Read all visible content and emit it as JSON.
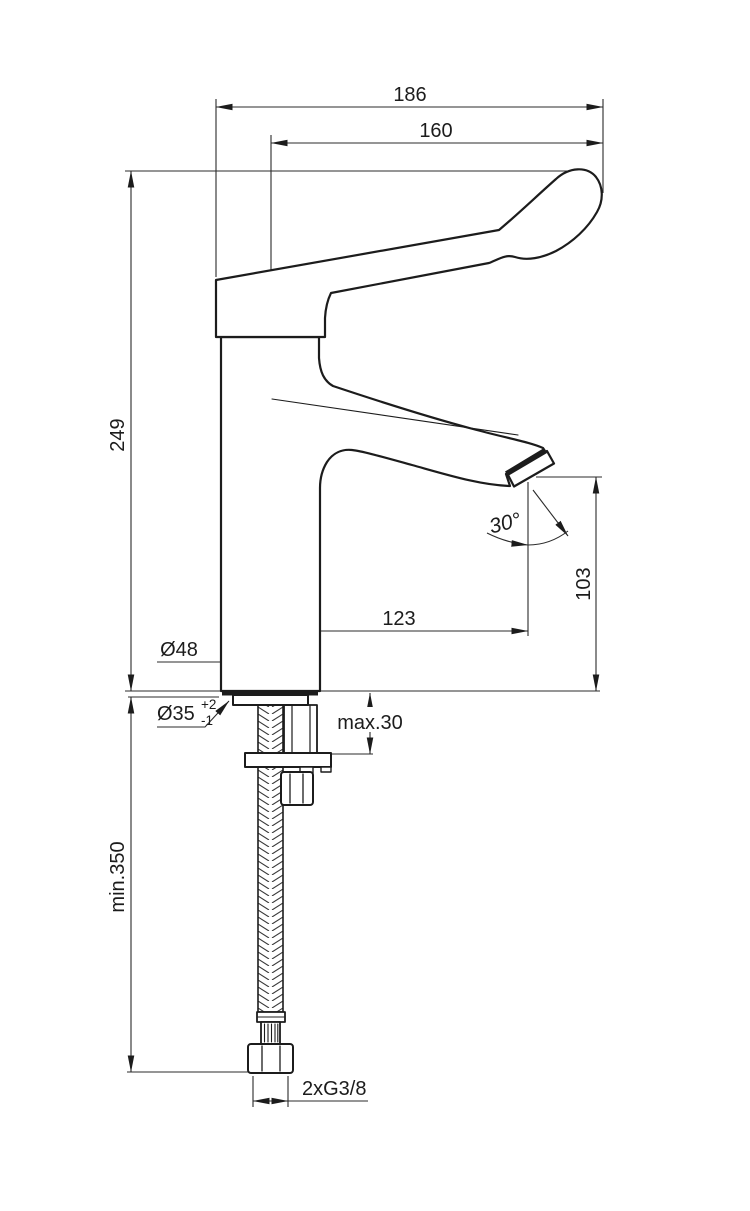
{
  "drawing": {
    "type": "technical-dimension-drawing",
    "labels": {
      "total_width": "186",
      "handle_reach": "160",
      "total_height": "249",
      "outlet_angle": "30°",
      "outlet_height": "103",
      "spout_reach": "123",
      "base_diameter": "Ø48",
      "hole_diameter": "Ø35",
      "hole_tolerance_plus": "+2",
      "hole_tolerance_minus": "-1",
      "max_deck_thickness": "max.30",
      "min_hose_length": "min.350",
      "connection_thread": "2xG3/8"
    },
    "colors": {
      "line_color": "#1c1c1c",
      "dimension_color": "#2b2b2b",
      "background": "#ffffff"
    }
  }
}
